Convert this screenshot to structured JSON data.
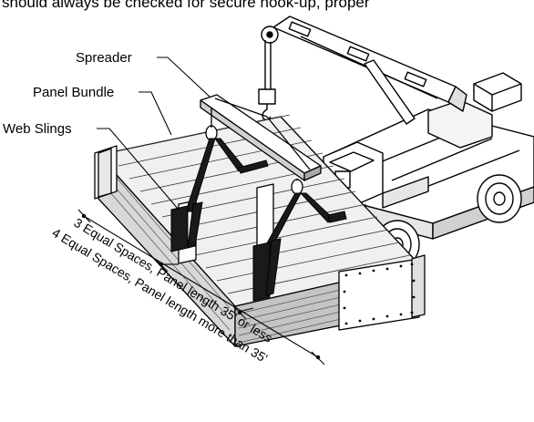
{
  "header_text": "should always be checked for secure hook-up, proper",
  "labels": {
    "spreader": "Spreader",
    "panel_bundle": "Panel Bundle",
    "web_slings": "Web Slings"
  },
  "dimensions": {
    "three_spaces": "3 Equal Spaces, Panel length 35' or less",
    "four_spaces": "4 Equal Spaces, Panel length more than 35'"
  }
}
